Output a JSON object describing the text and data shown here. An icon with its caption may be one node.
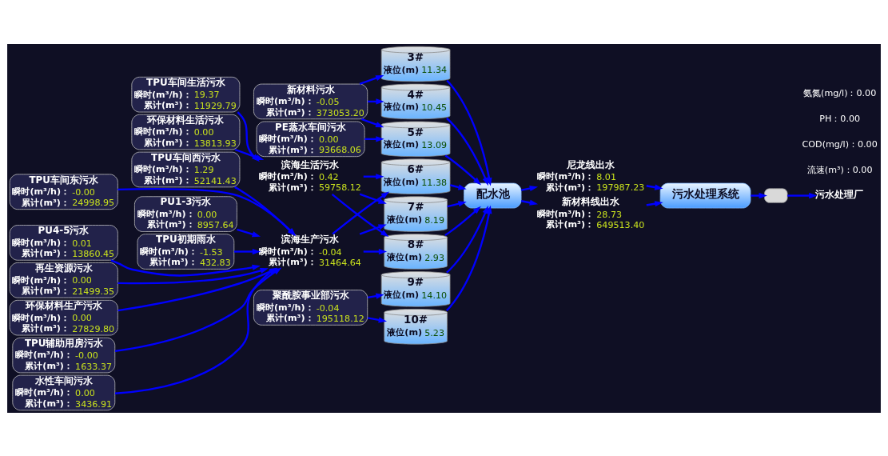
{
  "diagram": {
    "nodes": [
      {
        "text": [
          "3#",
          "液位(m)",
          "11.34"
        ]
      },
      {
        "text": [
          "4#",
          "液位(m)",
          "10.45"
        ]
      },
      {
        "text": [
          "5#",
          "液位(m)",
          "13.09"
        ]
      },
      {
        "text": [
          "6#",
          "液位(m)",
          "11.38"
        ]
      },
      {
        "text": [
          "7#",
          "液位(m)",
          "8.19"
        ]
      },
      {
        "text": [
          "8#",
          "液位(m)",
          "2.93"
        ]
      },
      {
        "text": [
          "9#",
          "液位(m)",
          "14.10"
        ]
      },
      {
        "text": [
          "10#",
          "液位(m)",
          "5.23"
        ]
      },
      {
        "text": [
          "新材料污水",
          "瞬时(m³/h)：",
          "-0.05",
          "累计(m³)：",
          "373053.20"
        ]
      },
      {
        "text": [
          "滨海生产污水",
          "瞬时(m³/h)：",
          "-0.04",
          "累计(m³)：",
          "31464.64"
        ]
      },
      {
        "text": [
          "滨海生活污水",
          "瞬时(m³/h)：",
          "0.42",
          "累计(m³)：",
          "59758.12"
        ]
      },
      {
        "text": [
          "聚酰胺事业部污水",
          "瞬时(m³/h)：",
          "-0.04",
          "累计(m³)：",
          "195118.12"
        ]
      },
      {
        "text": [
          "配水池"
        ]
      },
      {
        "text": [
          "PE蒸水车间污水",
          "瞬时(m³/h)：",
          "0.00",
          "累计(m³)：",
          "93668.06"
        ]
      },
      {
        "text": [
          "TPU车间生活污水",
          "瞬时(m³/h)：",
          "19.37",
          "累计(m³)：",
          "11929.79"
        ]
      },
      {
        "text": [
          "尼龙线出水",
          "瞬时(m³/h)：",
          "8.01",
          "累计(m³)：",
          "197987.23"
        ]
      },
      {
        "text": [
          "新材料线出水",
          "瞬时(m³/h)：",
          "28.73",
          "累计(m³)：",
          "649513.40"
        ]
      },
      {
        "text": [
          "PU1-3污水",
          "瞬时(m³/h)：",
          "0.00",
          "累计(m³)：",
          "8957.64"
        ]
      },
      {
        "text": [
          "TPU初期雨水",
          "瞬时(m³/h)：",
          "-1.53",
          "累计(m³)：",
          "432.83"
        ]
      },
      {
        "text": [
          "环保材料生活污水",
          "瞬时(m³/h)：",
          "0.00",
          "累计(m³)：",
          "13813.93"
        ]
      },
      {
        "text": [
          "污水处理系统"
        ]
      },
      {
        "text": [
          "PU4-5污水",
          "瞬时(m³/h)：",
          "0.01",
          "累计(m³)：",
          "13860.45"
        ]
      },
      {
        "text": [
          "再生资源污水",
          "瞬时(m³/h)：",
          "0.00",
          "累计(m³)：",
          "21499.35"
        ]
      },
      {
        "text": [
          "环保材料生产污水",
          "瞬时(m³/h)：",
          "0.00",
          "累计(m³)：",
          "27829.80"
        ]
      },
      {
        "text": [
          "TPU辅助用房污水",
          "瞬时(m³/h)：",
          "-0.00",
          "累计(m³)：",
          "1633.37"
        ]
      },
      {
        "text": [],
        "shape": "pump"
      },
      {
        "text": [
          "水性车间污水",
          "瞬时(m³/h)：",
          "0.00",
          "累计(m³)：",
          "3436.91"
        ]
      },
      {
        "text": [
          "TPU车间西污水",
          "瞬时(m³/h)：",
          "1.29",
          "累计(m³)：",
          "52141.43"
        ]
      },
      {
        "text": [
          "TPU车间东污水",
          "瞬时(m³/h)：",
          "-0.00",
          "累计(m³)：",
          "24998.95"
        ]
      },
      {
        "text": [
          "污水处理厂"
        ]
      }
    ],
    "edges": [
      {
        "from": 0,
        "to": 12,
        "arrow": "to"
      },
      {
        "from": 1,
        "to": 12,
        "arrow": "to"
      },
      {
        "from": 2,
        "to": 12,
        "arrow": "to"
      },
      {
        "from": 3,
        "to": 12,
        "arrow": "to"
      },
      {
        "from": 4,
        "to": 12,
        "arrow": "to"
      },
      {
        "from": 5,
        "to": 12,
        "arrow": "to"
      },
      {
        "from": 6,
        "to": 12,
        "arrow": "to"
      },
      {
        "from": 7,
        "to": 12,
        "arrow": "to"
      },
      {
        "from": 8,
        "to": 0,
        "arrow": "to"
      },
      {
        "from": 8,
        "to": 1,
        "arrow": "to"
      },
      {
        "from": 8,
        "to": 2,
        "arrow": "to"
      },
      {
        "from": 13,
        "to": 2,
        "arrow": "to"
      },
      {
        "from": 9,
        "to": 3,
        "arrow": "to"
      },
      {
        "from": 9,
        "to": 4,
        "arrow": "to"
      },
      {
        "from": 9,
        "to": 5,
        "arrow": "to"
      },
      {
        "from": 10,
        "to": 3,
        "arrow": "to"
      },
      {
        "from": 10,
        "to": 4,
        "arrow": "to"
      },
      {
        "from": 10,
        "to": 5,
        "arrow": "to"
      },
      {
        "from": 11,
        "to": 6,
        "arrow": "to"
      },
      {
        "from": 11,
        "to": 7,
        "arrow": "to"
      },
      {
        "from": 14,
        "to": 10,
        "arrow": "to"
      },
      {
        "from": 19,
        "to": 10,
        "arrow": "to"
      },
      {
        "from": 17,
        "to": 9,
        "arrow": "to"
      },
      {
        "from": 21,
        "to": 9,
        "arrow": "to"
      },
      {
        "from": 22,
        "to": 9,
        "arrow": "to"
      },
      {
        "from": 26,
        "to": 9,
        "arrow": "to"
      },
      {
        "from": 23,
        "to": 9,
        "arrow": "to"
      },
      {
        "from": 18,
        "to": 9,
        "arrow": "to"
      },
      {
        "from": 27,
        "to": 9,
        "arrow": "to"
      },
      {
        "from": 24,
        "to": 9,
        "arrow": "to"
      },
      {
        "from": 28,
        "to": 9,
        "arrow": "to"
      },
      {
        "from": 12,
        "to": 15,
        "arrow": "to"
      },
      {
        "from": 12,
        "to": 16,
        "arrow": "to"
      },
      {
        "from": 15,
        "to": 20,
        "arrow": "to"
      },
      {
        "from": 16,
        "to": 20,
        "arrow": "to"
      },
      {
        "from": 20,
        "to": 25,
        "arrow": "to"
      },
      {
        "from": 25,
        "to": 29,
        "arrow": "to"
      }
    ],
    "labels": [
      "流速(m³)：0.00",
      "COD(mg/l)：0.00",
      "PH：0.00",
      "氨氮(mg/l)：0.00"
    ]
  }
}
